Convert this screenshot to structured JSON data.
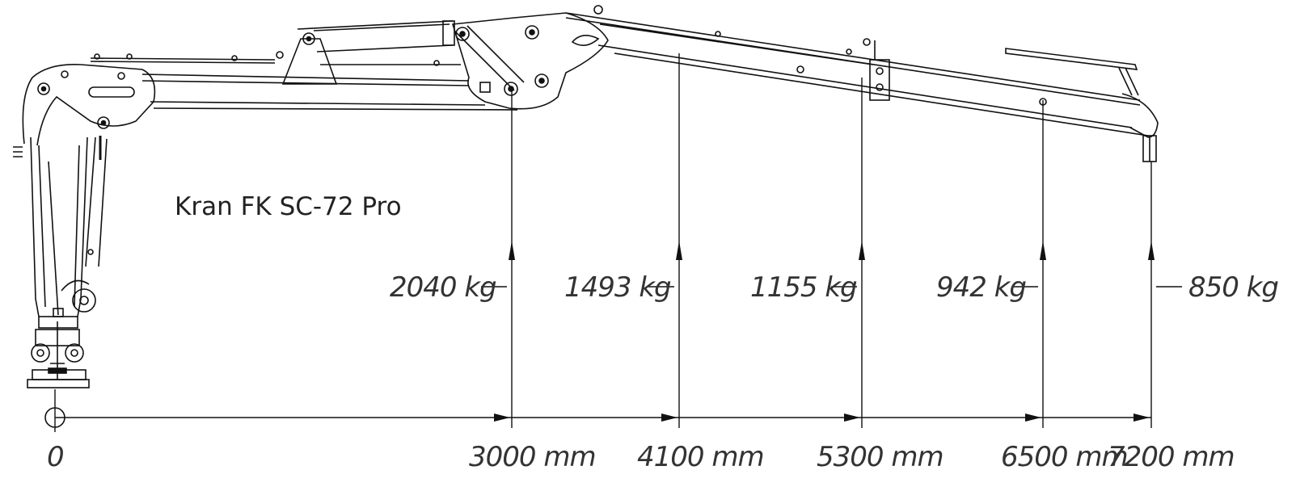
{
  "title": "Kran FK SC-72 Pro",
  "origin_label": "0",
  "load_points": [
    {
      "distance_label": "3000 mm",
      "load_label": "2040 kg",
      "distance_mm": 3000,
      "load_kg": 2040
    },
    {
      "distance_label": "4100 mm",
      "load_label": "1493 kg",
      "distance_mm": 4100,
      "load_kg": 1493
    },
    {
      "distance_label": "5300 mm",
      "load_label": "1155 kg",
      "distance_mm": 5300,
      "load_kg": 1155
    },
    {
      "distance_label": "6500 mm",
      "load_label": "942 kg",
      "distance_mm": 6500,
      "load_kg": 942
    },
    {
      "distance_label": "7200 mm",
      "load_label": "850 kg",
      "distance_mm": 7200,
      "load_kg": 850
    }
  ]
}
